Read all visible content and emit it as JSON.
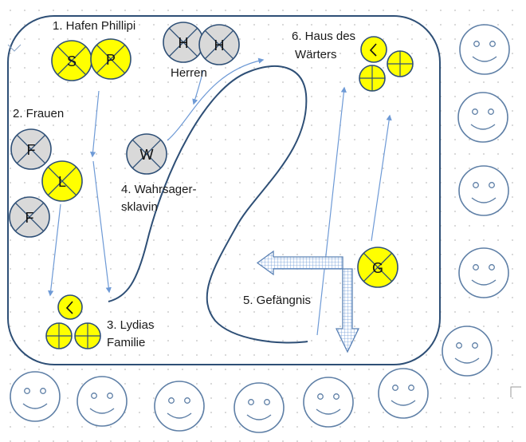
{
  "labels": {
    "hafen": "1. Hafen Phillipi",
    "frauen": "2. Frauen",
    "lydias_1": "3. Lydias",
    "lydias_2": "Familie",
    "wahrsager_1": "4. Wahrsager-",
    "wahrsager_2": "sklavin",
    "gefaengnis": "5. Gefängnis",
    "haus_1": "6. Haus des",
    "haus_2": "Wärters",
    "herren": "Herren"
  },
  "tokens": {
    "s": "S",
    "p": "P",
    "h1": "H",
    "h2": "H",
    "f1": "F",
    "l": "L",
    "f2": "F",
    "w": "W",
    "g": "G"
  },
  "colors": {
    "yellow": "#ffff00",
    "gray": "#d9d9d9",
    "stroke": "#2e4f76",
    "arrow": "#6e9ad6",
    "face_stroke": "#5e7fa6"
  }
}
